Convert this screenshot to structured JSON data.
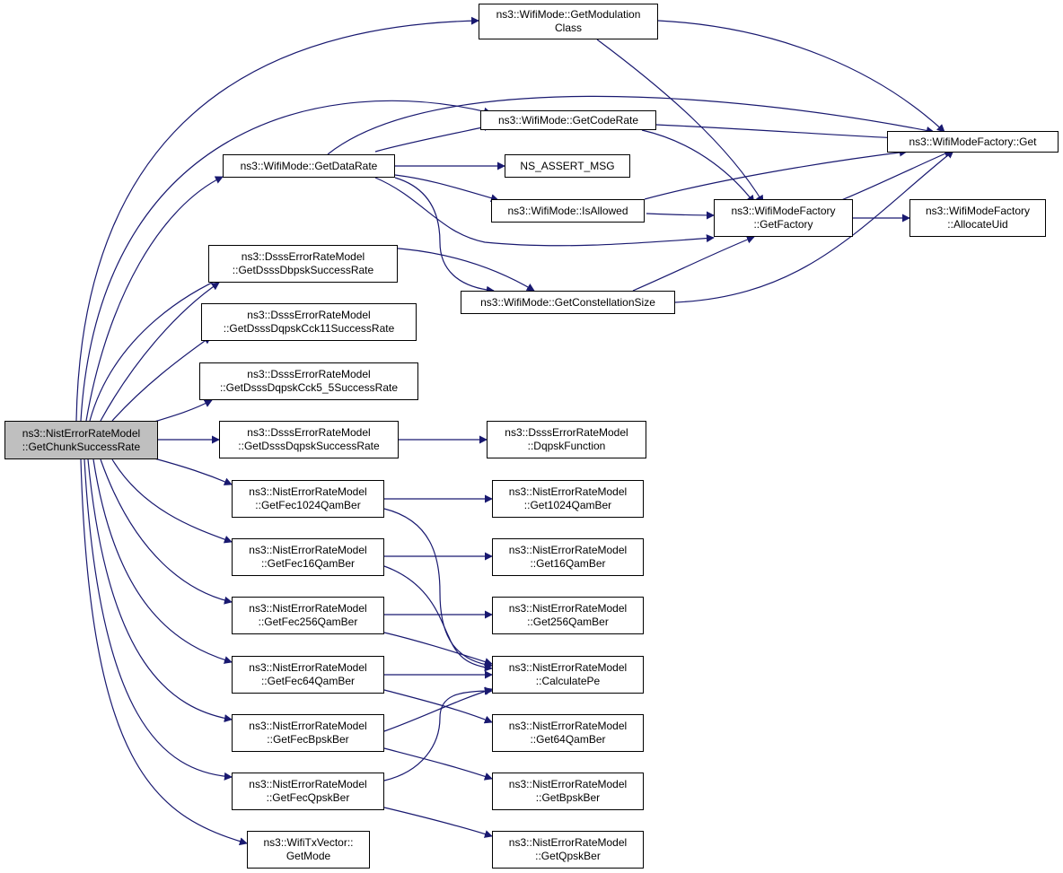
{
  "colors": {
    "edge": "#191970",
    "root_fill": "#bfbfbf",
    "node_fill": "#ffffff",
    "border": "#000000"
  },
  "nodes": {
    "root": "ns3::NistErrorRateModel\n::GetChunkSuccessRate",
    "getModulationClass": "ns3::WifiMode::GetModulation\nClass",
    "getCodeRate": "ns3::WifiMode::GetCodeRate",
    "wifiModeFactoryGet": "ns3::WifiModeFactory::Get",
    "getDataRate": "ns3::WifiMode::GetDataRate",
    "nsAssertMsg": "NS_ASSERT_MSG",
    "isAllowed": "ns3::WifiMode::IsAllowed",
    "getFactory": "ns3::WifiModeFactory\n::GetFactory",
    "allocateUid": "ns3::WifiModeFactory\n::AllocateUid",
    "getConstellationSize": "ns3::WifiMode::GetConstellationSize",
    "dbpsk": "ns3::DsssErrorRateModel\n::GetDsssDbpskSuccessRate",
    "cck11": "ns3::DsssErrorRateModel\n::GetDsssDqpskCck11SuccessRate",
    "cck55": "ns3::DsssErrorRateModel\n::GetDsssDqpskCck5_5SuccessRate",
    "dqpsk": "ns3::DsssErrorRateModel\n::GetDsssDqpskSuccessRate",
    "dqpskFunction": "ns3::DsssErrorRateModel\n::DqpskFunction",
    "fec1024": "ns3::NistErrorRateModel\n::GetFec1024QamBer",
    "get1024": "ns3::NistErrorRateModel\n::Get1024QamBer",
    "fec16": "ns3::NistErrorRateModel\n::GetFec16QamBer",
    "get16": "ns3::NistErrorRateModel\n::Get16QamBer",
    "fec256": "ns3::NistErrorRateModel\n::GetFec256QamBer",
    "get256": "ns3::NistErrorRateModel\n::Get256QamBer",
    "fec64": "ns3::NistErrorRateModel\n::GetFec64QamBer",
    "calculatePe": "ns3::NistErrorRateModel\n::CalculatePe",
    "get64": "ns3::NistErrorRateModel\n::Get64QamBer",
    "fecBpsk": "ns3::NistErrorRateModel\n::GetFecBpskBer",
    "getBpsk": "ns3::NistErrorRateModel\n::GetBpskBer",
    "fecQpsk": "ns3::NistErrorRateModel\n::GetFecQpskBer",
    "getQpsk": "ns3::NistErrorRateModel\n::GetQpskBer",
    "getMode": "ns3::WifiTxVector::\nGetMode"
  }
}
